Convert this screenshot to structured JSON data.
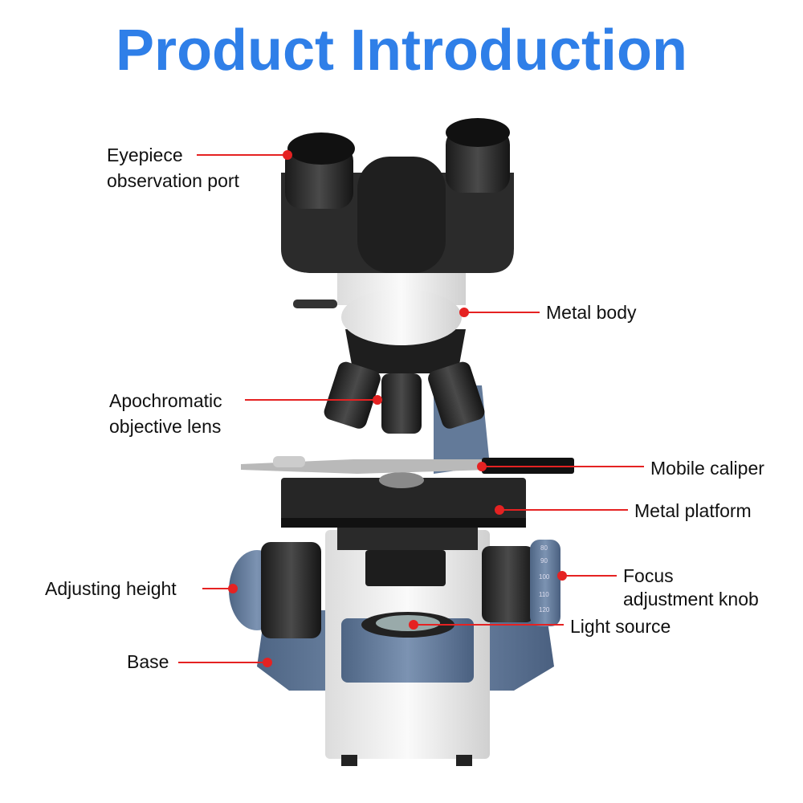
{
  "title": "Product Introduction",
  "labels": {
    "eyepiece": [
      "Eyepiece",
      "observation port"
    ],
    "metal_body": "Metal body",
    "objective": [
      "Apochromatic",
      "objective lens"
    ],
    "caliper": "Mobile caliper",
    "platform": "Metal platform",
    "adjusting_height": "Adjusting height",
    "focus": [
      "Focus",
      "adjustment knob"
    ],
    "light_source": "Light source",
    "base": "Base"
  },
  "focus_scale": [
    "80",
    "90",
    "100",
    "110",
    "120"
  ],
  "colors": {
    "title": "#2f7fe8",
    "callout": "#e52222",
    "body_blue": "#5e7594"
  }
}
